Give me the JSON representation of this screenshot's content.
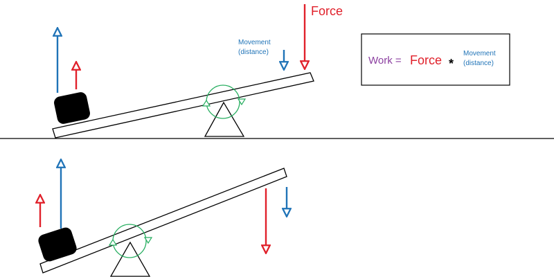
{
  "colors": {
    "force": "#e0202a",
    "movement": "#1f73b7",
    "work": "#8b3fa0",
    "rotation": "#27ae60",
    "outline": "#000000"
  },
  "top_scene": {
    "force_label": "Force",
    "movement_label_line1": "Movement",
    "movement_label_line2": "(distance)"
  },
  "formula": {
    "work_label": "Work =",
    "force_label": "Force",
    "times_symbol": "*",
    "movement_line1": "Movement",
    "movement_line2": "(distance)"
  }
}
